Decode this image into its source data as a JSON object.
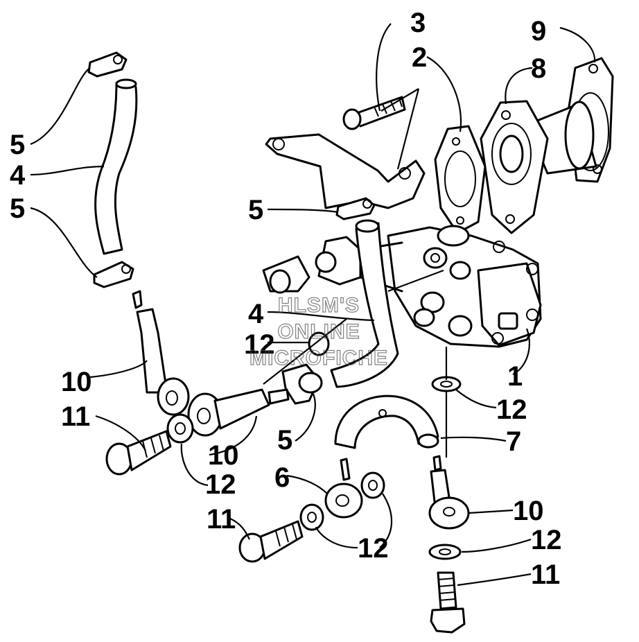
{
  "callouts": {
    "c1": "1",
    "c2": "2",
    "c3": "3",
    "c4a": "4",
    "c4b": "4",
    "c5a": "5",
    "c5b": "5",
    "c5c": "5",
    "c5d": "5",
    "c6": "6",
    "c7": "7",
    "c8": "8",
    "c9": "9",
    "c10a": "10",
    "c10b": "10",
    "c10c": "10",
    "c11a": "11",
    "c11b": "11",
    "c11c": "11",
    "c12a": "12",
    "c12b": "12",
    "c12c": "12",
    "c12d": "12",
    "c12e": "12"
  },
  "watermark": {
    "line1": "HLSM'S",
    "line2": "ONLINE",
    "line3": "MICROFICHE"
  }
}
